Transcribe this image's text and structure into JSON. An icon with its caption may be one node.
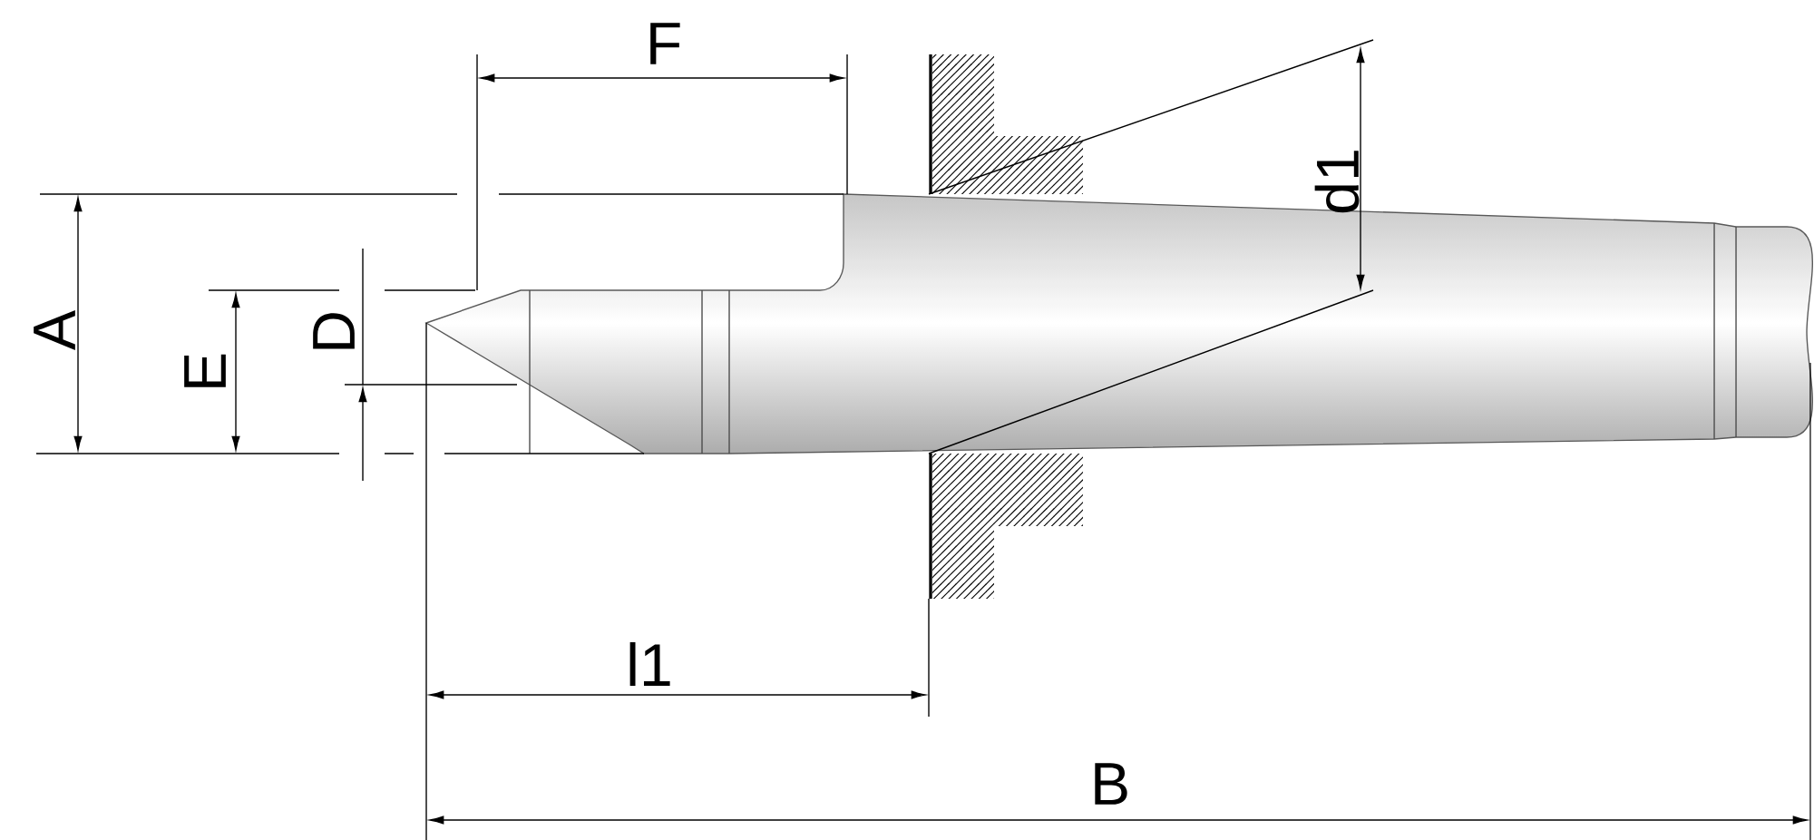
{
  "diagram": {
    "labels": [
      "F",
      "d1",
      "A",
      "E",
      "D",
      "l1",
      "B"
    ]
  }
}
